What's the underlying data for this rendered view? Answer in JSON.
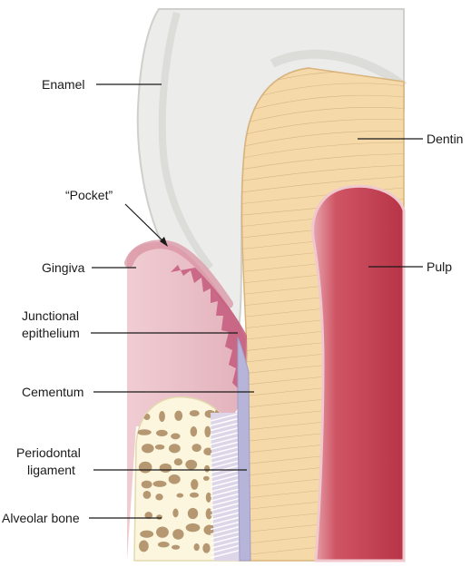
{
  "labels": {
    "enamel": "Enamel",
    "dentin": "Dentin",
    "pocket": "“Pocket”",
    "gingiva": "Gingiva",
    "pulp": "Pulp",
    "junctional_line1": "Junctional",
    "junctional_line2": "epithelium",
    "cementum": "Cementum",
    "periodontal_line1": "Periodontal",
    "periodontal_line2": "ligament",
    "alveolar_bone": "Alveolar bone"
  },
  "colors": {
    "enamel": "#ececea",
    "enamel_edge": "#cfcfcc",
    "dentin": "#f5d9a8",
    "dentin_tubules": "#c9a576",
    "pulp": "#c4404f",
    "pulp_light": "#e4a5ad",
    "gingiva": "#ecc4cc",
    "gingiva_rim": "#d88ea0",
    "junctional": "#c45b7d",
    "cementum": "#b6b4d8",
    "ligament_fibers": "#ffffff",
    "bone": "#fbf6dd",
    "bone_holes": "#a8865e",
    "lines": "#1a1a1a"
  }
}
